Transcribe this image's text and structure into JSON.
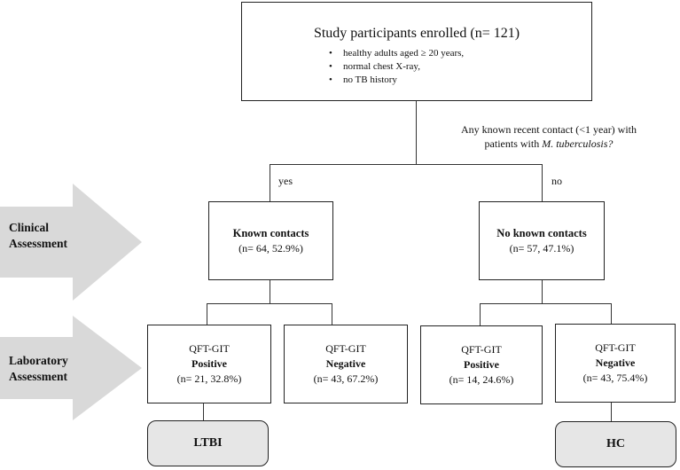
{
  "enrolled": {
    "title": "Study participants enrolled (n= 121)",
    "criteria": [
      "healthy adults aged ≥ 20 years,",
      "normal chest X-ray,",
      "no TB history"
    ]
  },
  "question": {
    "line1": "Any known recent contact (<1 year) with",
    "line2_prefix": "patients with ",
    "line2_italic": "M. tuberculosis?"
  },
  "branch_labels": {
    "yes": "yes",
    "no": "no"
  },
  "stages": {
    "clinical": [
      "Clinical",
      "Assessment"
    ],
    "laboratory": [
      "Laboratory",
      "Assessment"
    ]
  },
  "known_contacts": {
    "title": "Known contacts",
    "stats": "(n= 64, 52.9%)"
  },
  "no_known_contacts": {
    "title": "No known contacts",
    "stats": "(n= 57, 47.1%)"
  },
  "tests": [
    {
      "test": "QFT-GIT",
      "result": "Positive",
      "stats": "(n= 21, 32.8%)"
    },
    {
      "test": "QFT-GIT",
      "result": "Negative",
      "stats": "(n= 43, 67.2%)"
    },
    {
      "test": "QFT-GIT",
      "result": "Positive",
      "stats": "(n= 14, 24.6%)"
    },
    {
      "test": "QFT-GIT",
      "result": "Negative",
      "stats": "(n= 43, 75.4%)"
    }
  ],
  "outcomes": {
    "ltbi": "LTBI",
    "hc": "HC"
  },
  "colors": {
    "arrow": "#d9d9d9",
    "outcome_fill": "#e6e6e6",
    "line": "#333333"
  }
}
